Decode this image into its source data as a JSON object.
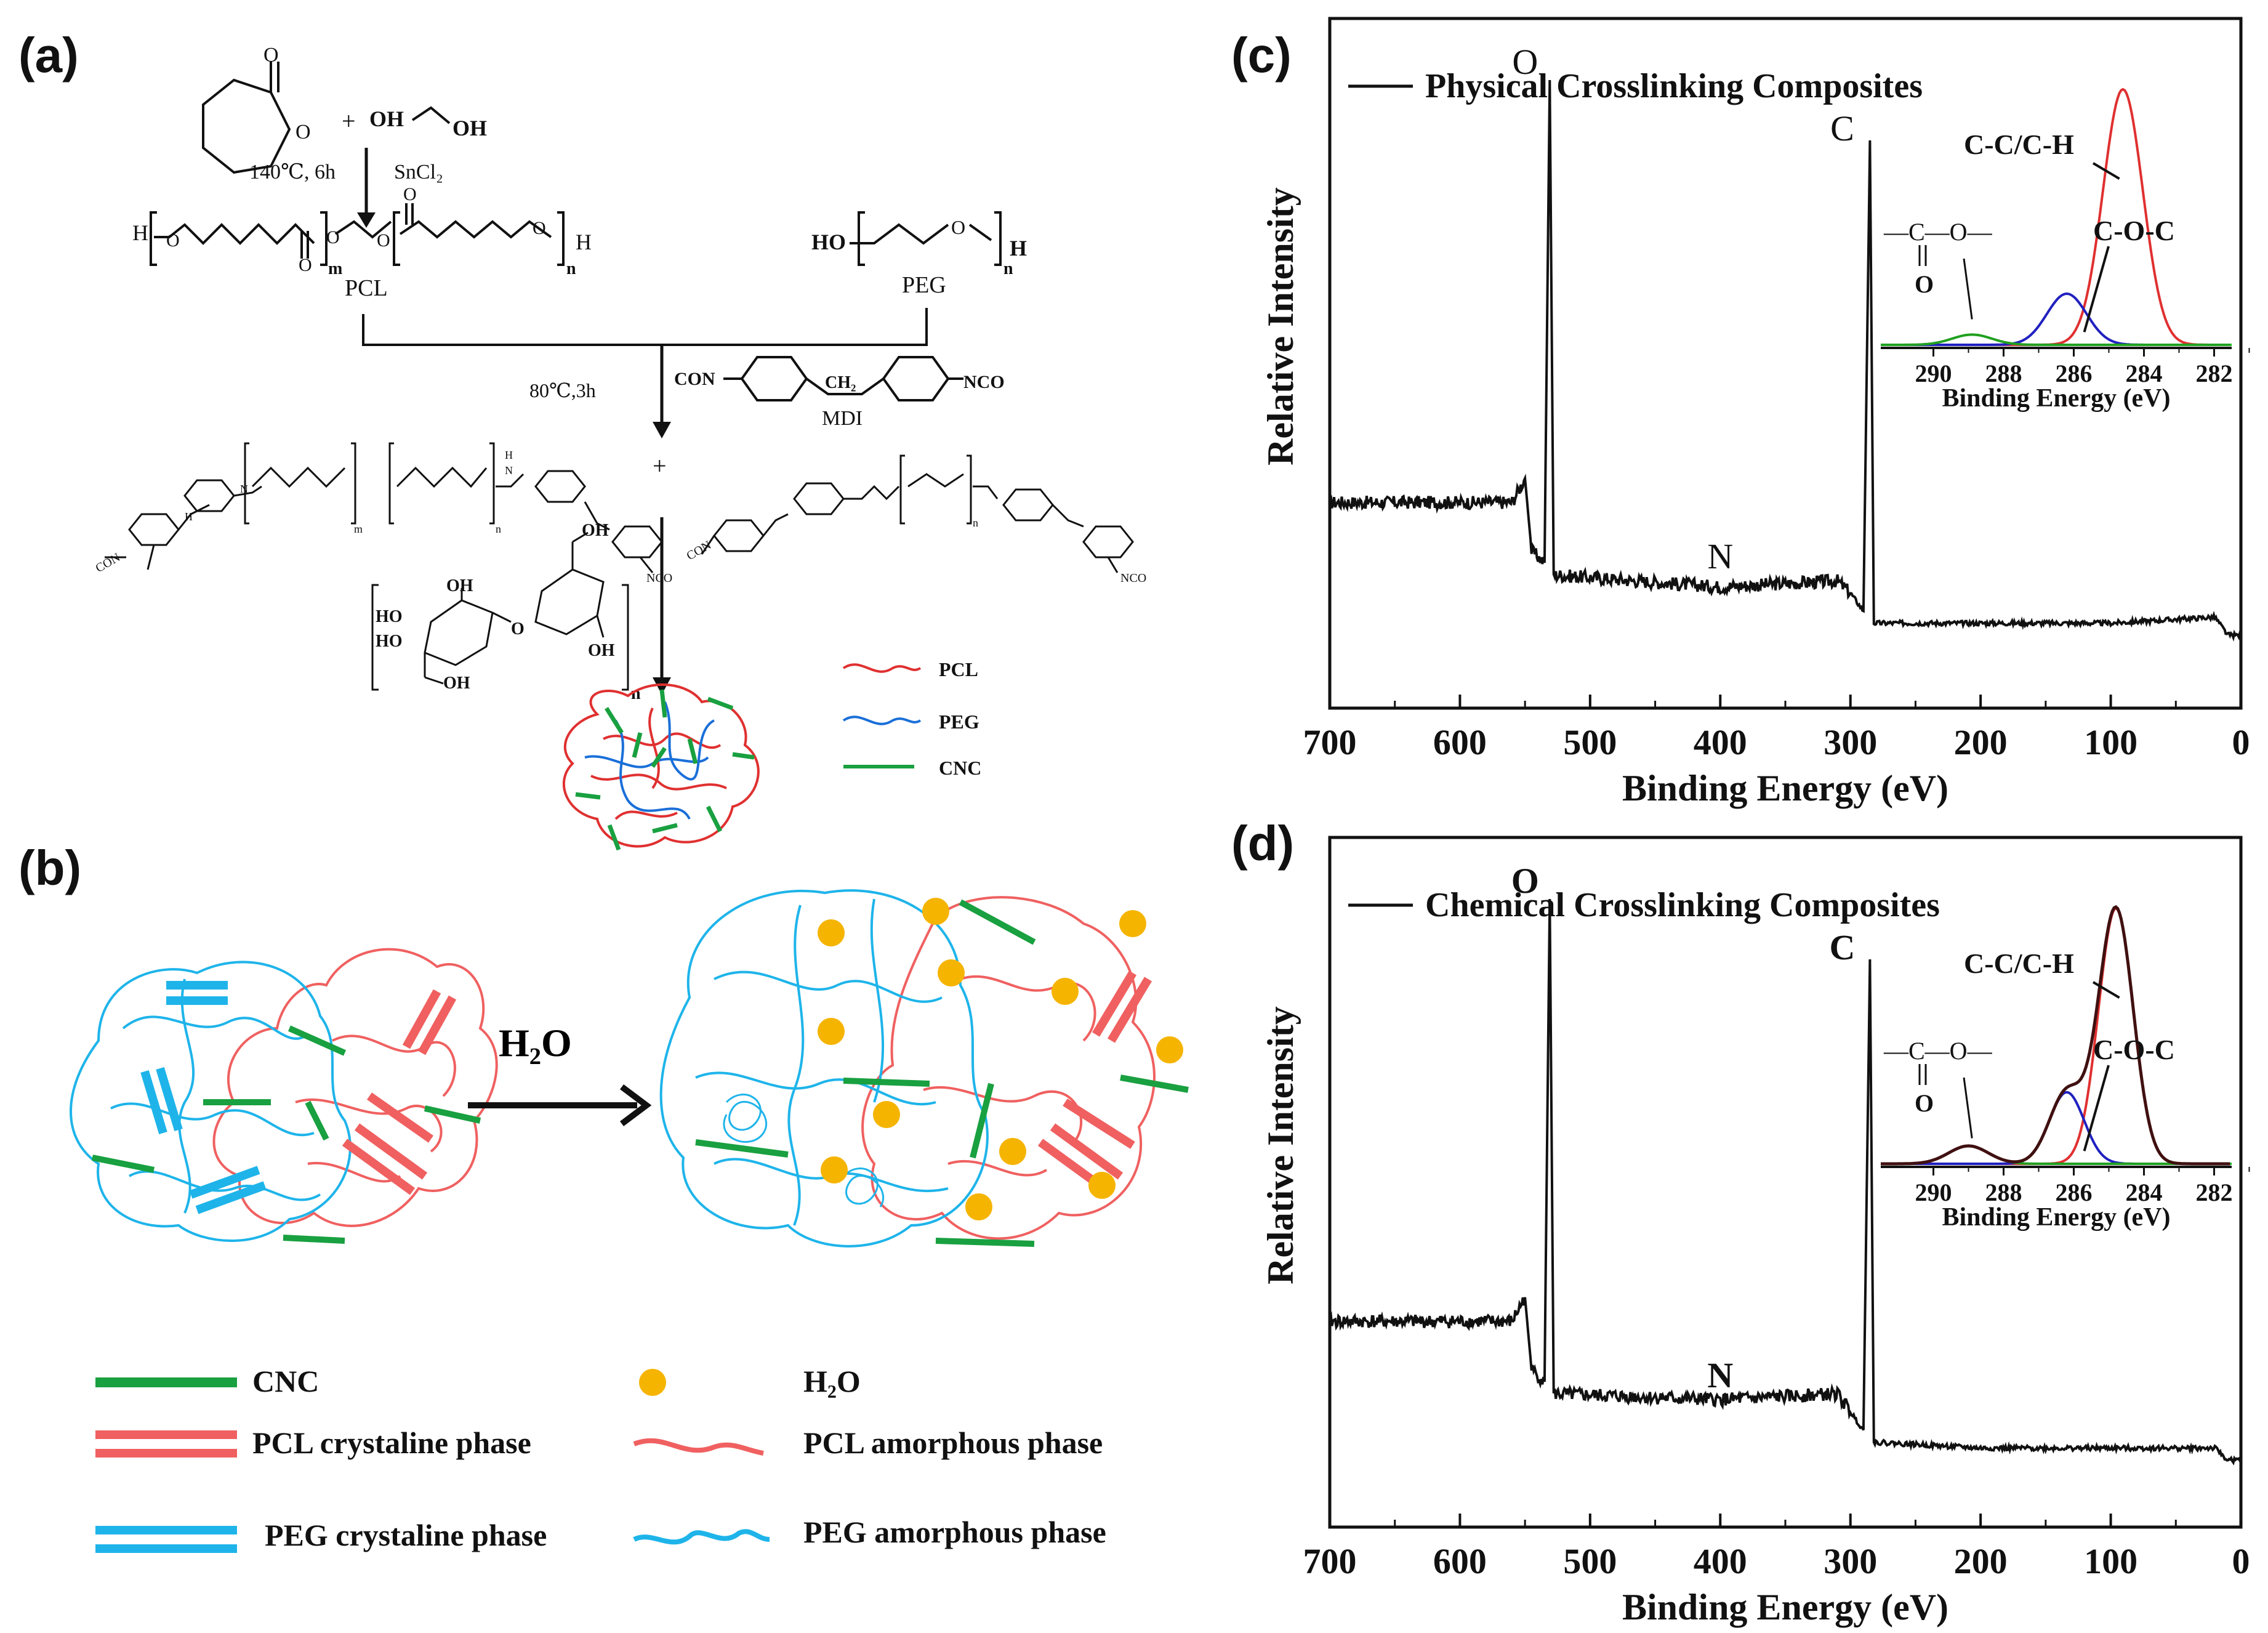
{
  "panels": {
    "a": {
      "label": "(a)",
      "reaction1": {
        "plus": "+",
        "diol": "OH",
        "diol2": "OH",
        "conditions": "140℃, 6h",
        "catalyst": "SnCl₂"
      },
      "pcl_formula": {
        "h_left": "H",
        "o": "O",
        "m": "m",
        "n": "n",
        "h_right": "H",
        "name": "PCL"
      },
      "peg_formula": {
        "ho": "HO",
        "o": "O",
        "n": "n",
        "h": "H",
        "name": "PEG"
      },
      "reaction2": {
        "conditions": "80℃,3h",
        "mdi_left": "CON",
        "mdi_ch2": "CH₂",
        "mdi_right": "NCO",
        "mdi_name": "MDI"
      },
      "products": {
        "plus": "+",
        "con_left": "CON",
        "nco_mid": "NCO",
        "con_right": "CON",
        "nco_right": "NCO",
        "m": "m",
        "n": "n",
        "n2": "n"
      },
      "cnc_structure": {
        "ho1": "HO",
        "ho2": "HO",
        "oh1": "OH",
        "oh2": "OH",
        "oh3": "OH",
        "oh4": "OH",
        "o": "O",
        "n": "n"
      },
      "legend": [
        {
          "label": "PCL",
          "color": "#e03030"
        },
        {
          "label": "PEG",
          "color": "#1a6fd8"
        },
        {
          "label": "CNC",
          "color": "#19a040"
        }
      ]
    },
    "b": {
      "label": "(b)",
      "arrow_label": "H₂O",
      "legend": [
        {
          "key": "cnc",
          "label": "CNC",
          "color": "#19a040"
        },
        {
          "key": "h2o",
          "label": "H₂O",
          "color": "#f5b400"
        },
        {
          "key": "pcl-cryst",
          "label": "PCL crystaline phase",
          "color": "#f06060"
        },
        {
          "key": "pcl-amorph",
          "label": "PCL amorphous phase",
          "color": "#f06060"
        },
        {
          "key": "peg-cryst",
          "label": "PEG crystaline phase",
          "color": "#1eb4ea"
        },
        {
          "key": "peg-amorph",
          "label": "PEG amorphous phase",
          "color": "#1eb4ea"
        }
      ]
    },
    "c": {
      "label": "(c)",
      "chart_data": {
        "type": "line",
        "legend": "Physical Crosslinking  Composites",
        "xlabel": "Binding Energy (eV)",
        "ylabel": "Relative Intensity",
        "xlim": [
          700,
          0
        ],
        "xticks": [
          "700",
          "600",
          "500",
          "400",
          "300",
          "200",
          "100",
          "0"
        ],
        "peaks": [
          "O",
          "C",
          "N"
        ],
        "inset": {
          "xlabel": "Binding Energy (eV)",
          "xticks": [
            "290",
            "288",
            "286",
            "284",
            "282"
          ],
          "xlim": [
            291.5,
            281.5
          ],
          "annotations": [
            "C-C/C-H",
            "C-O-C"
          ],
          "carbonyl": {
            "top": "—C—O—",
            "bottom": "O"
          },
          "series": [
            {
              "color": "#e03030",
              "center": 284.6,
              "height": 1.0,
              "width": 0.8
            },
            {
              "color": "#2020c0",
              "center": 286.2,
              "height": 0.2,
              "width": 0.8
            },
            {
              "color": "#20a020",
              "center": 288.9,
              "height": 0.04,
              "width": 0.8
            }
          ]
        },
        "spectrum": [
          [
            700,
            0.3
          ],
          [
            600,
            0.3
          ],
          [
            560,
            0.3
          ],
          [
            550,
            0.34
          ],
          [
            545,
            0.22
          ],
          [
            535,
            0.2
          ],
          [
            531,
            1.0
          ],
          [
            528,
            0.18
          ],
          [
            400,
            0.16
          ],
          [
            310,
            0.17
          ],
          [
            300,
            0.15
          ],
          [
            290,
            0.12
          ],
          [
            285,
            0.9
          ],
          [
            282,
            0.1
          ],
          [
            200,
            0.1
          ],
          [
            100,
            0.1
          ],
          [
            20,
            0.11
          ],
          [
            10,
            0.08
          ],
          [
            0,
            0.08
          ]
        ]
      }
    },
    "d": {
      "label": "(d)",
      "chart_data": {
        "type": "line",
        "legend": "Chemical Crosslinking Composites",
        "xlabel": "Binding Energy (eV)",
        "ylabel": "Relative Intensity",
        "xlim": [
          700,
          0
        ],
        "xticks": [
          "700",
          "600",
          "500",
          "400",
          "300",
          "200",
          "100",
          "0"
        ],
        "peaks": [
          "O",
          "C",
          "N"
        ],
        "inset": {
          "xlabel": "Binding Energy (eV)",
          "xticks": [
            "290",
            "288",
            "286",
            "284",
            "282"
          ],
          "xlim": [
            291.5,
            281.5
          ],
          "annotations": [
            "C-C/C-H",
            "C-O-C"
          ],
          "carbonyl": {
            "top": "—C—O—",
            "bottom": "O"
          },
          "series": [
            {
              "color": "#e03030",
              "center": 284.8,
              "height": 1.0,
              "width": 0.7
            },
            {
              "color": "#2020c0",
              "center": 286.2,
              "height": 0.28,
              "width": 0.7
            },
            {
              "color": "#20a020",
              "center": 289.0,
              "height": 0.07,
              "width": 0.8
            },
            {
              "color": "#401010",
              "center": 0,
              "height": 0,
              "width": 0,
              "envelope": true
            }
          ]
        },
        "spectrum": [
          [
            700,
            0.3
          ],
          [
            600,
            0.3
          ],
          [
            560,
            0.3
          ],
          [
            550,
            0.34
          ],
          [
            545,
            0.22
          ],
          [
            535,
            0.2
          ],
          [
            531,
            1.0
          ],
          [
            528,
            0.18
          ],
          [
            400,
            0.17
          ],
          [
            310,
            0.18
          ],
          [
            300,
            0.15
          ],
          [
            290,
            0.12
          ],
          [
            285,
            0.9
          ],
          [
            282,
            0.1
          ],
          [
            200,
            0.09
          ],
          [
            100,
            0.09
          ],
          [
            20,
            0.09
          ],
          [
            10,
            0.07
          ],
          [
            0,
            0.07
          ]
        ]
      }
    }
  }
}
